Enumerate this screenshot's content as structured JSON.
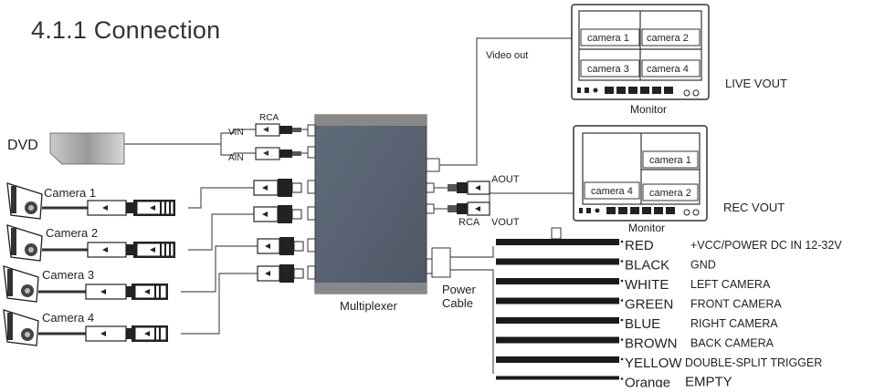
{
  "heading": "4.1.1 Connection",
  "sources": {
    "dvd": "DVD",
    "cameras": [
      "Camera 1",
      "Camera 2",
      "Camera 3",
      "Camera 4"
    ]
  },
  "rca_labels": {
    "input_group": "RCA",
    "vin": "VIN",
    "ain": "AIN",
    "output_group": "RCA",
    "aout": "AOUT",
    "vout": "VOUT",
    "video_out": "Video out"
  },
  "multiplexer": {
    "label": "Multiplexer",
    "power_cable": [
      "Power",
      "Cable"
    ]
  },
  "monitors": {
    "live": {
      "caption": "Monitor",
      "label": "LIVE VOUT",
      "cells": [
        "camera 1",
        "camera 2",
        "camera 3",
        "camera 4"
      ]
    },
    "rec": {
      "caption": "Monitor",
      "label": "REC VOUT",
      "cells": [
        "camera 1",
        "camera 4",
        "camera 2"
      ]
    }
  },
  "wires": [
    {
      "color": "RED",
      "function": "+VCC/POWER DC IN 12-32V"
    },
    {
      "color": "BLACK",
      "function": "GND"
    },
    {
      "color": "WHITE",
      "function": "LEFT CAMERA"
    },
    {
      "color": "GREEN",
      "function": "FRONT CAMERA"
    },
    {
      "color": "BLUE",
      "function": "RIGHT CAMERA"
    },
    {
      "color": "BROWN",
      "function": "BACK CAMERA"
    },
    {
      "color": "YELLOW",
      "function": "DOUBLE-SPLIT TRIGGER"
    },
    {
      "color": "Orange",
      "function": "EMPTY"
    }
  ]
}
